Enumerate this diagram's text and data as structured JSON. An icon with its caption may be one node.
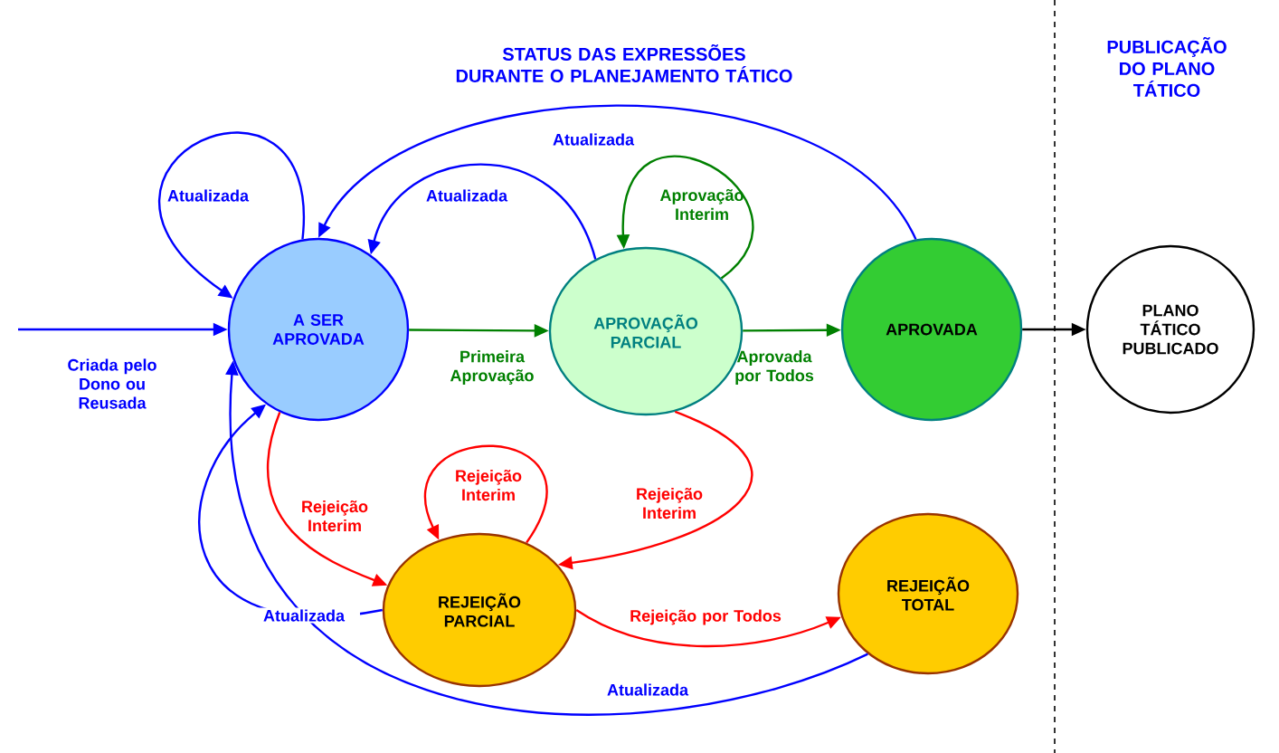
{
  "diagram": {
    "title": "STATUS DAS EXPRESSÕES DURANTE O PLANEJAMENTO TÁTICO",
    "nodes": [
      {
        "text": [
          "A SER APROVADA"
        ]
      },
      {
        "text": [
          "APROVAÇÃO PARCIAL"
        ]
      },
      {
        "text": [
          "APROVADA"
        ]
      },
      {
        "text": [
          "PLANO TÁTICO PUBLICADO"
        ]
      },
      {
        "text": [
          "REJEIÇÃO PARCIAL"
        ]
      },
      {
        "text": [
          "REJEIÇÃO TOTAL"
        ]
      }
    ],
    "edges": [
      {
        "from": null,
        "to": 0,
        "arrow": "to",
        "label": "Criada pelo Dono ou Reusada"
      },
      {
        "from": 0,
        "to": 0,
        "arrow": "to",
        "label": "Atualizada"
      },
      {
        "from": 0,
        "to": 1,
        "arrow": "to",
        "label": "Primeira Aprovação",
        "color": "#008000"
      },
      {
        "from": 1,
        "to": 1,
        "arrow": "to",
        "label": "Aprovação Interim",
        "color": "#008000"
      },
      {
        "from": 1,
        "to": 0,
        "arrow": "to",
        "label": "Atualizada"
      },
      {
        "from": 2,
        "to": 0,
        "arrow": "to",
        "label": "Atualizada"
      },
      {
        "from": 1,
        "to": 2,
        "arrow": "to",
        "label": "Aprovada por Todos",
        "color": "#008000"
      },
      {
        "from": 2,
        "to": 3,
        "arrow": "to",
        "color": "#000000"
      },
      {
        "from": 0,
        "to": 4,
        "arrow": "to",
        "label": "Rejeição Interim",
        "color": "#ff0000"
      },
      {
        "from": 4,
        "to": 4,
        "arrow": "to",
        "label": "Rejeição Interim",
        "color": "#ff0000"
      },
      {
        "from": 1,
        "to": 4,
        "arrow": "to",
        "label": "Rejeição Interim",
        "color": "#ff0000"
      },
      {
        "from": 4,
        "to": 5,
        "arrow": "to",
        "label": "Rejeição por Todos",
        "color": "#ff0000"
      },
      {
        "from": 4,
        "to": 0,
        "arrow": "to",
        "label": "Atualizada"
      },
      {
        "from": 5,
        "to": 0,
        "arrow": "to",
        "label": "Atualizada"
      }
    ],
    "labels": [
      "PUBLICAÇÃO DO PLANO TÁTICO"
    ]
  }
}
